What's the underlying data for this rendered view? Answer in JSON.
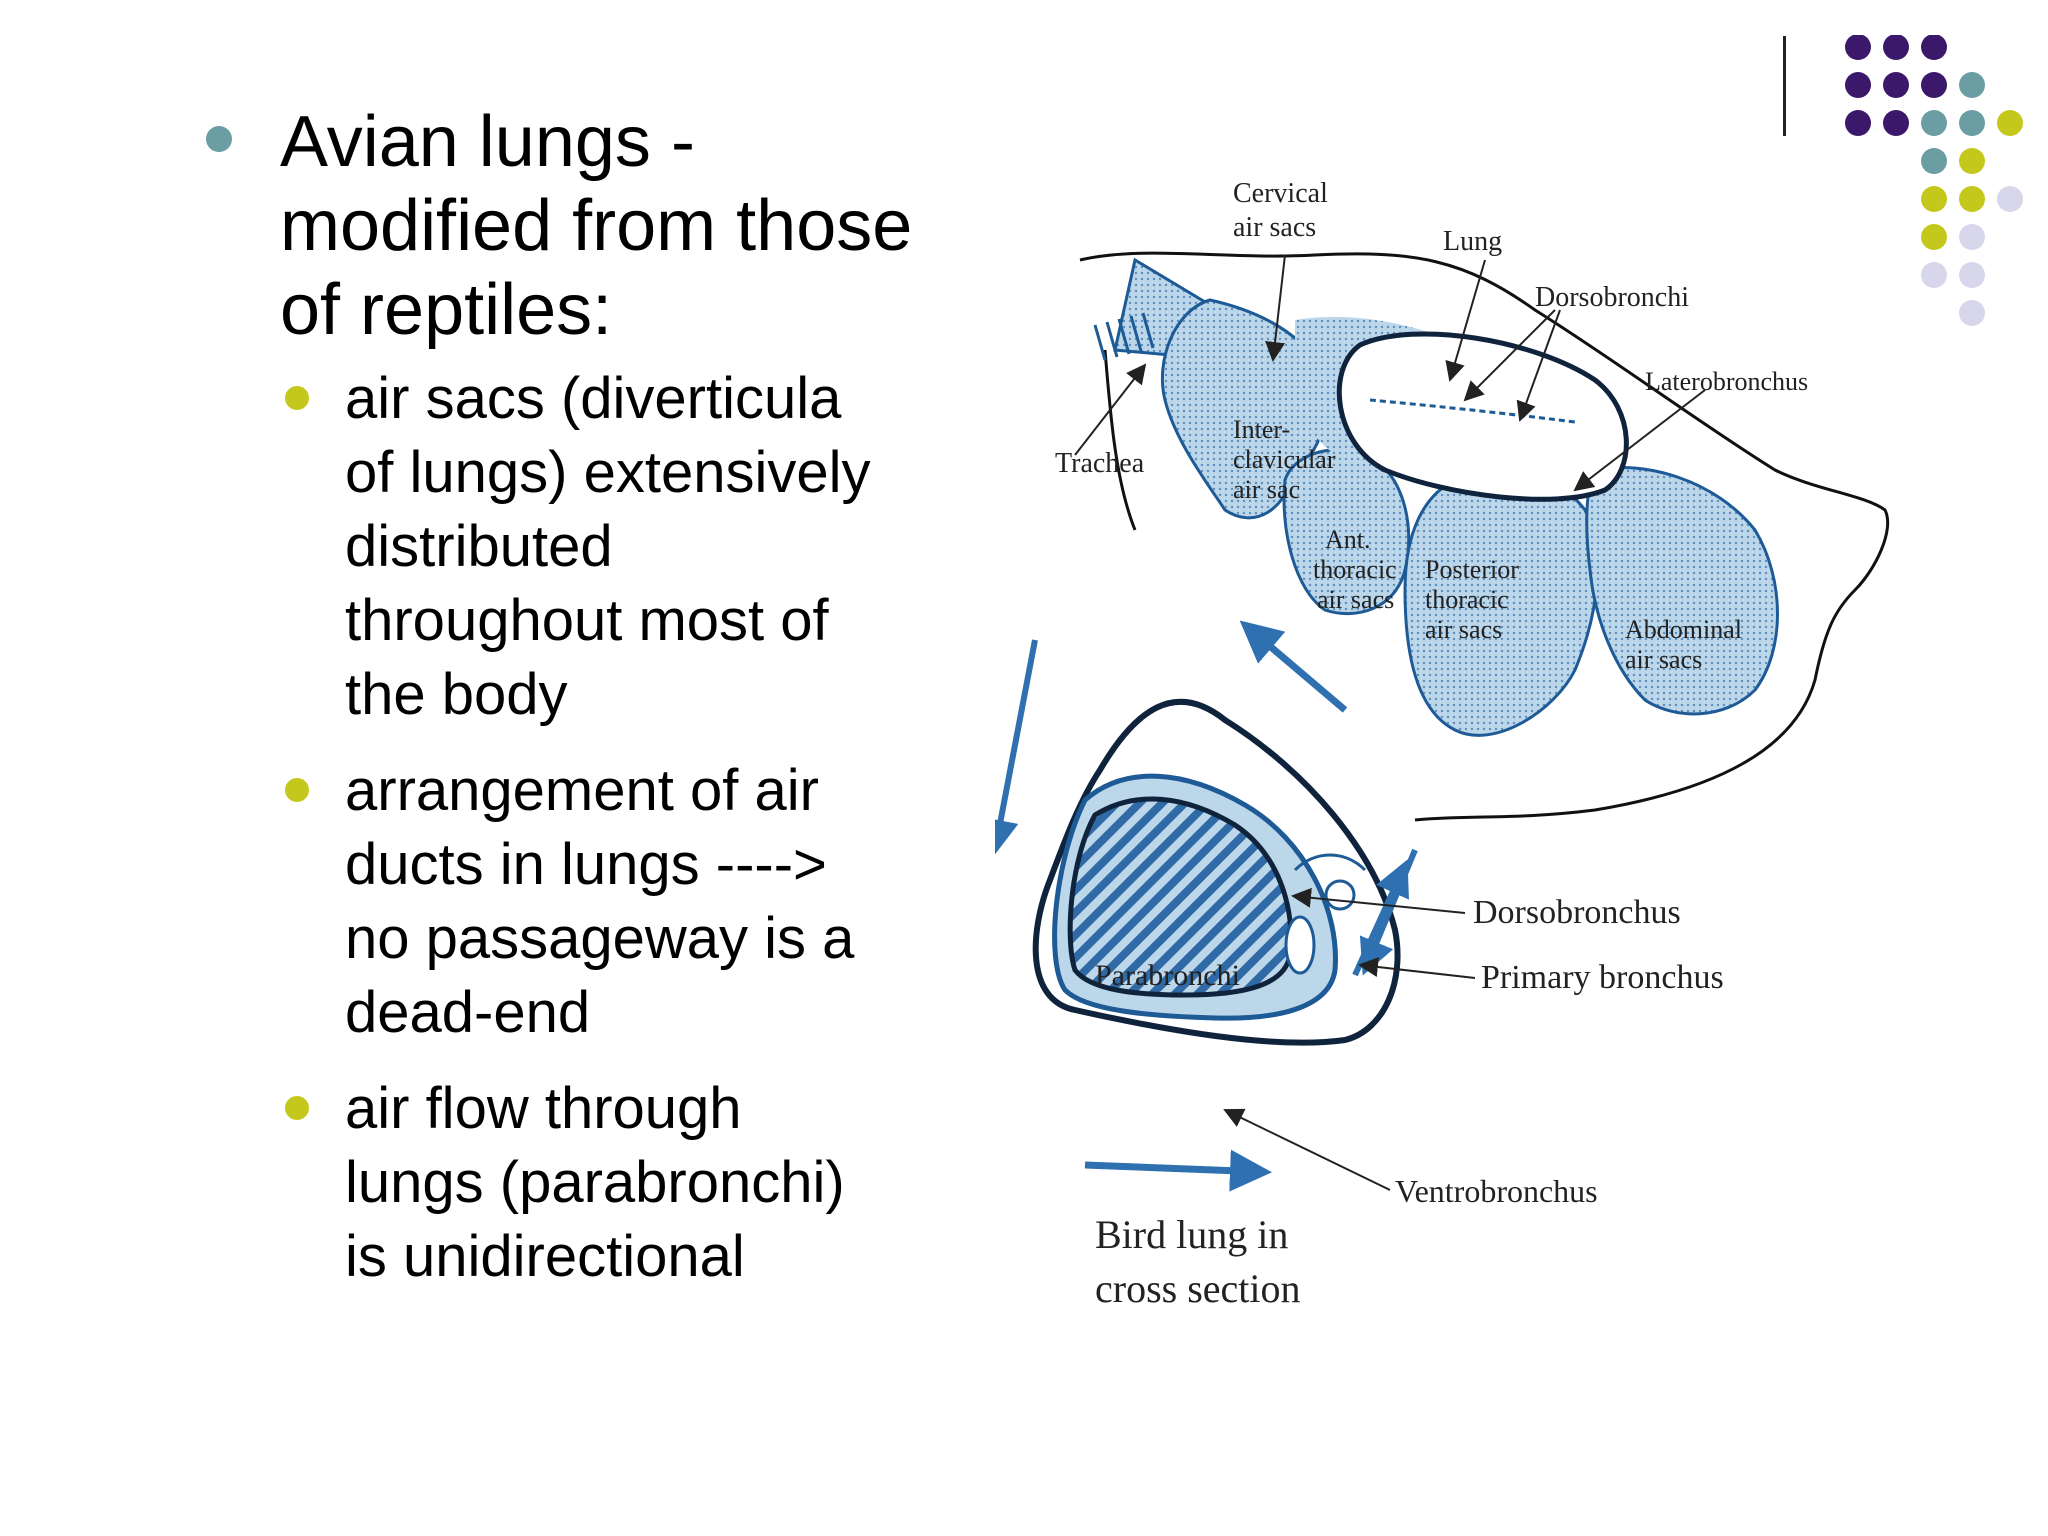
{
  "slide": {
    "main_bullet": {
      "text": "Avian lungs - modified from those of reptiles:",
      "lines": [
        "Avian lungs -",
        "modified from those",
        "of reptiles:"
      ]
    },
    "sub_bullets": [
      {
        "lines": [
          "air sacs (diverticula",
          "of lungs) extensively",
          "distributed",
          "throughout most of",
          "the body"
        ]
      },
      {
        "lines": [
          "arrangement of air",
          "ducts in lungs ---->",
          "no passageway is a",
          "dead-end"
        ]
      },
      {
        "lines": [
          "air flow through",
          "lungs (parabronchi)",
          "is unidirectional"
        ]
      }
    ]
  },
  "figure": {
    "top_diagram_labels": {
      "cervical": [
        "Cervical",
        "air sacs"
      ],
      "lung": "Lung",
      "dorsobronchi": "Dorsobronchi",
      "laterobronchus": "Laterobronchus",
      "trachea": "Trachea",
      "interclavicular": [
        "Inter-",
        "clavicular",
        "air sac"
      ],
      "ant_thoracic": [
        "Ant.",
        "thoracic",
        "air sacs"
      ],
      "posterior_thoracic": [
        "Posterior",
        "thoracic",
        "air sacs"
      ],
      "abdominal": [
        "Abdominal",
        "air sacs"
      ]
    },
    "bottom_diagram_labels": {
      "parabronchi": "Parabronchi",
      "dorsobronchus": "Dorsobronchus",
      "primary_bronchus": "Primary bronchus",
      "ventrobronchus": "Ventrobronchus",
      "caption": [
        "Bird lung in",
        "cross section"
      ]
    }
  },
  "colors": {
    "bullet_level1": "#6a9ea3",
    "bullet_level2": "#c5c81c",
    "dot_purple": "#3b1869",
    "dot_teal": "#6a9ea3",
    "dot_olive": "#c5c81c",
    "dot_lavender": "#d8d6ea",
    "diagram_fill": "#bcd6ea",
    "diagram_stroke": "#1d5a96",
    "arrow_blue": "#2e70b0"
  }
}
